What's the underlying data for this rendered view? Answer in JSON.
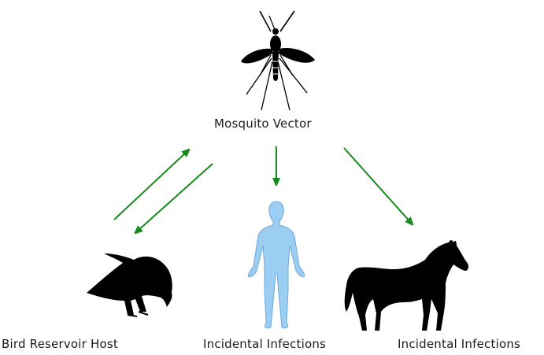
{
  "labels": {
    "mosquito": "Mosquito Vector",
    "bird": "Bird Reservoir Host",
    "human": "Incidental Infections",
    "horse": "Incidental Infections"
  },
  "icons": {
    "mosquito": "mosquito-icon",
    "bird": "bird-icon",
    "human": "human-icon",
    "horse": "horse-icon"
  },
  "colors": {
    "arrow": "#16891a",
    "silhouette": "#000000",
    "human_fill": "#9ccdf3",
    "human_stroke": "#6fa9d8"
  }
}
